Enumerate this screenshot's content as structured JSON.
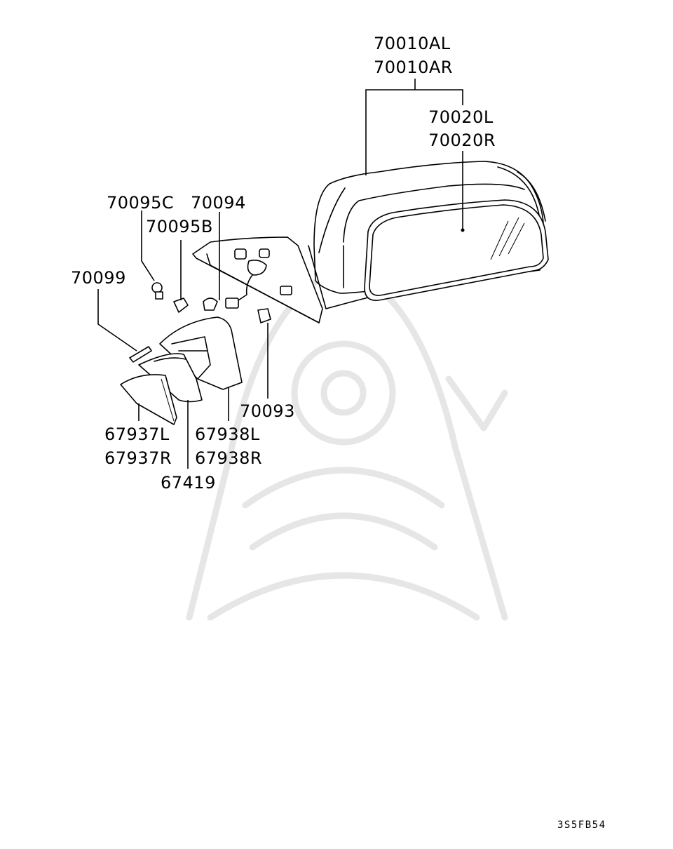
{
  "diagram_code": "3S5FB54",
  "watermark_icon": "samurai-helmet-logo",
  "callouts": {
    "mirror_assembly": [
      "70010AL",
      "70010AR"
    ],
    "mirror_glass": [
      "70020L",
      "70020R"
    ],
    "cover_clip": "70095C",
    "bushing": "70094",
    "cover_nut": "70095B",
    "screw": "70099",
    "bracket_clip": "70093",
    "inner_cover": [
      "67937L",
      "67937R"
    ],
    "outer_cover": [
      "67938L",
      "67938R"
    ],
    "garnish": "67419"
  },
  "colors": {
    "line": "#000000",
    "watermark": "#e6e6e6",
    "background": "#ffffff"
  }
}
